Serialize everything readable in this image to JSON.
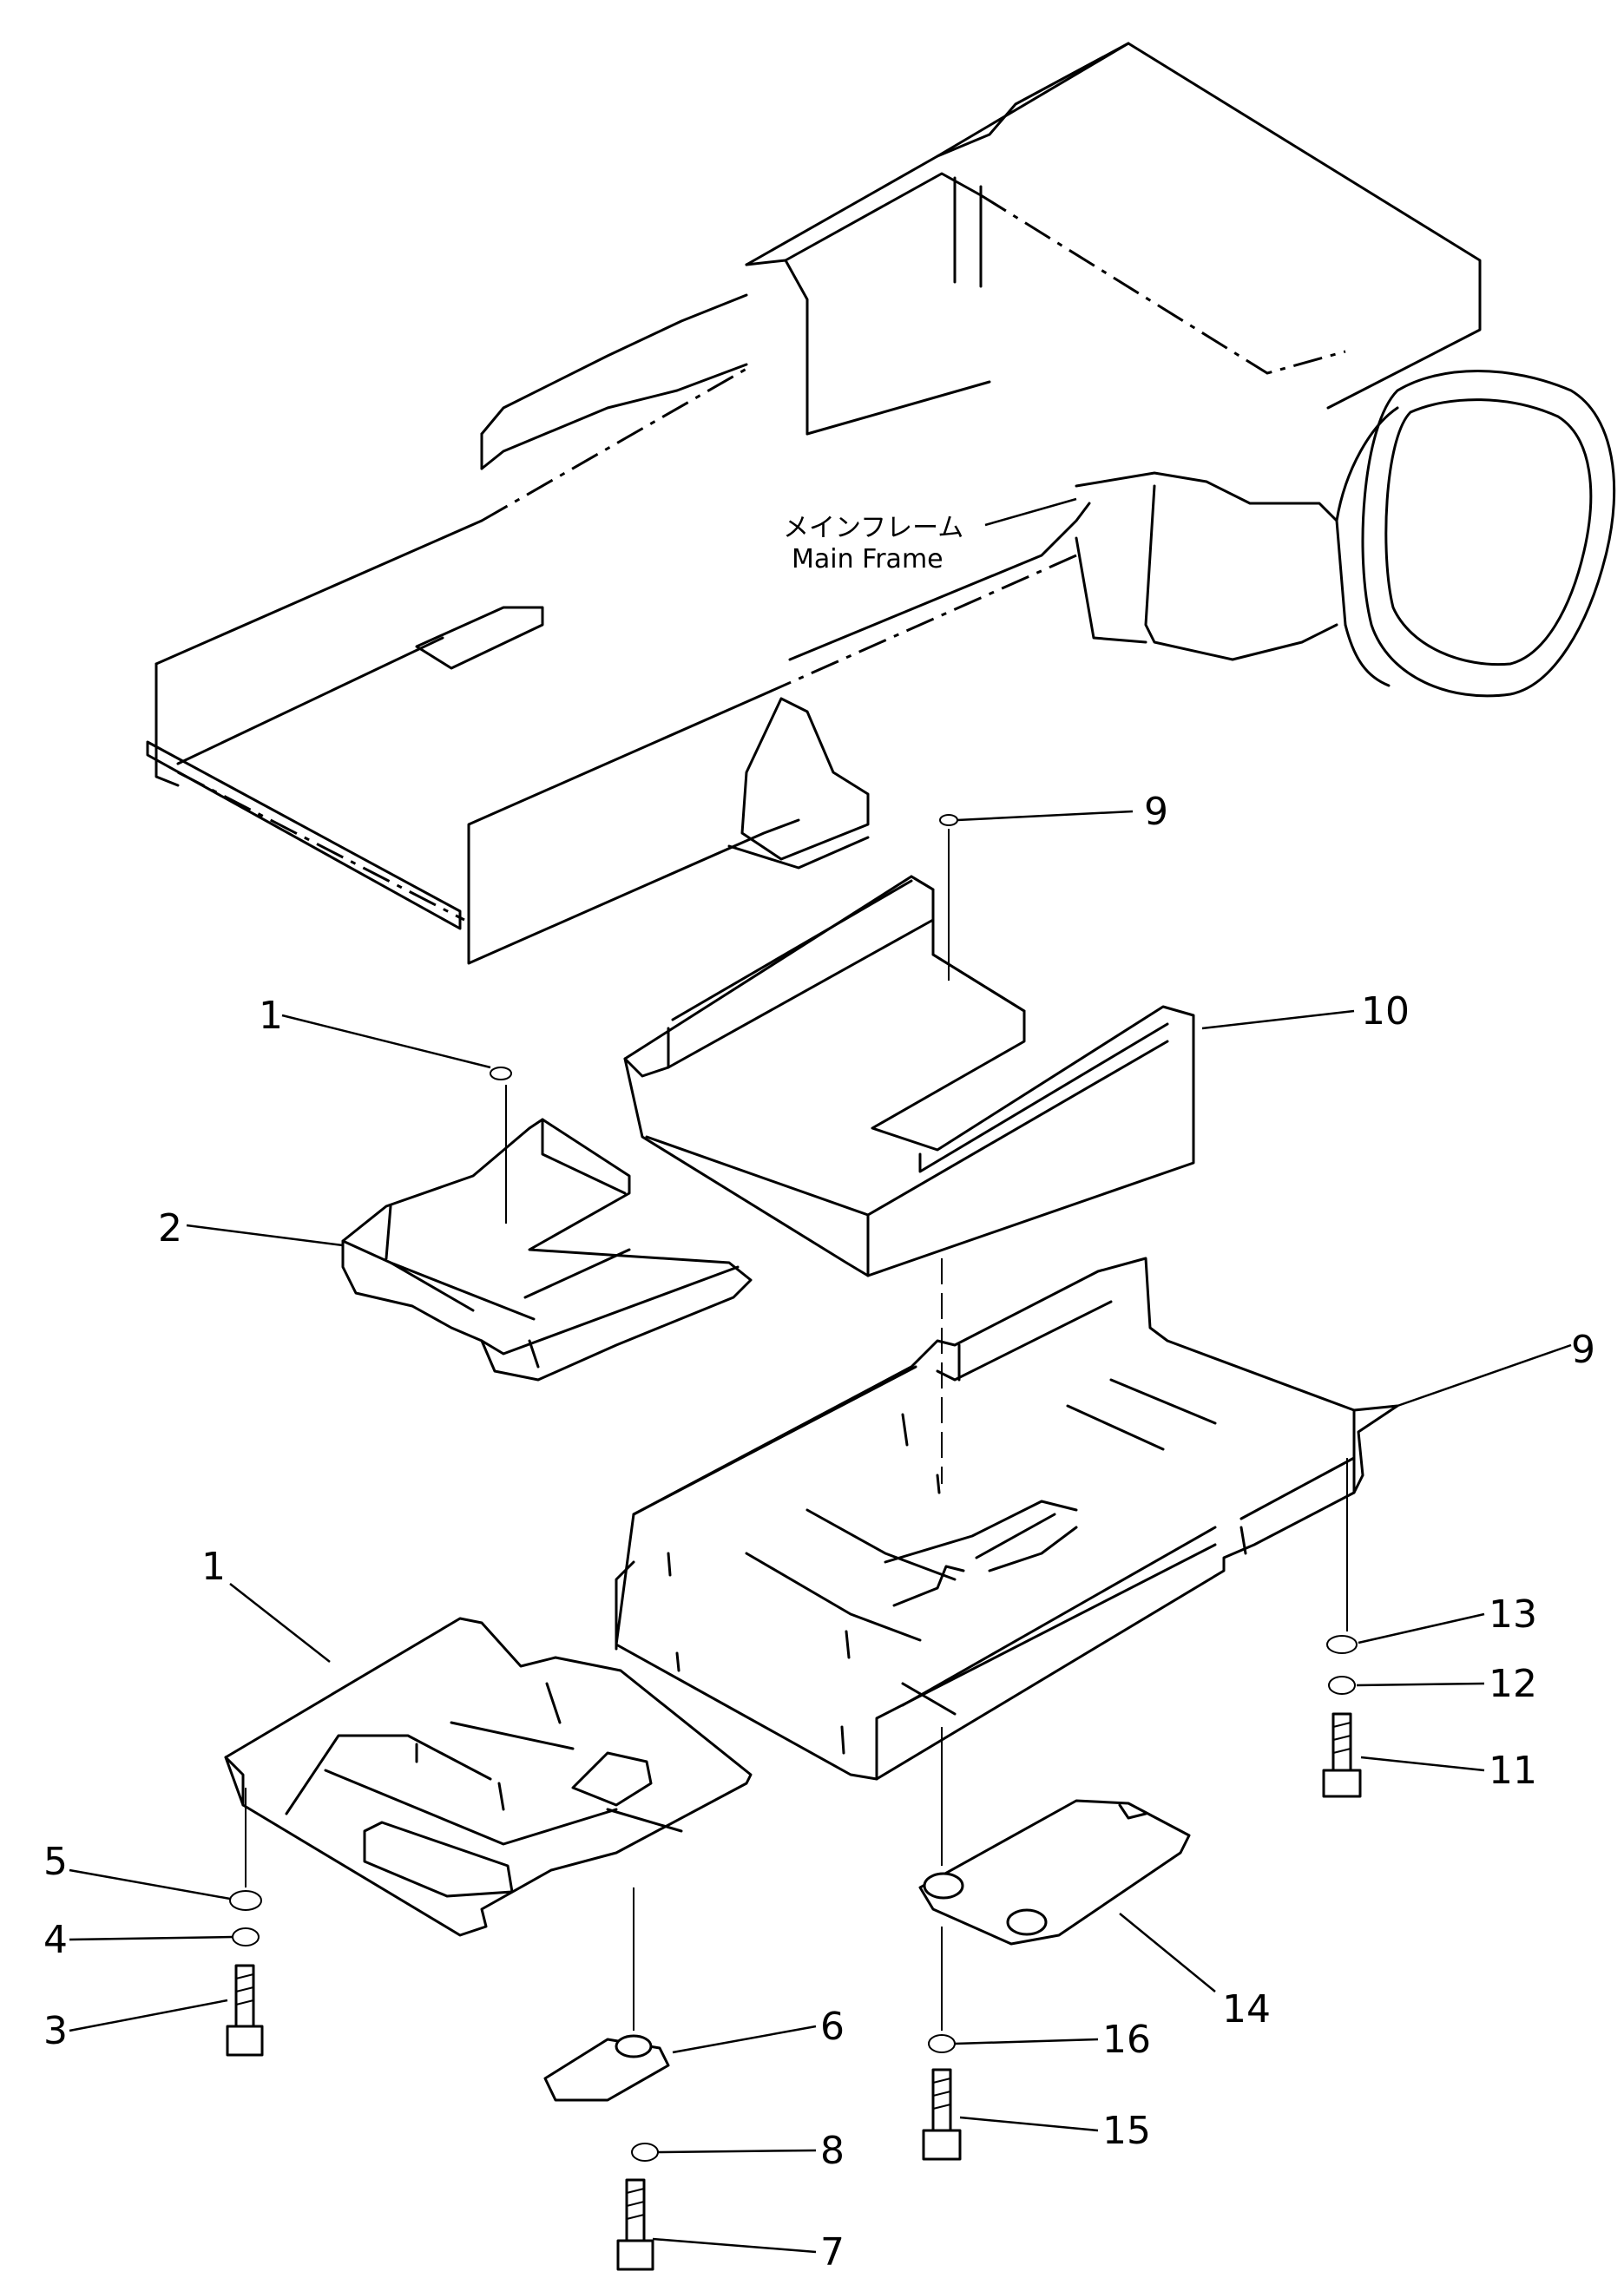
{
  "frame_label": {
    "japanese": "メインフレーム",
    "english": "Main Frame"
  },
  "callouts": [
    {
      "id": "c1a",
      "text": "1"
    },
    {
      "id": "c2",
      "text": "2"
    },
    {
      "id": "c9a",
      "text": "9"
    },
    {
      "id": "c10",
      "text": "10"
    },
    {
      "id": "c9b",
      "text": "9"
    },
    {
      "id": "c1b",
      "text": "1"
    },
    {
      "id": "c13",
      "text": "13"
    },
    {
      "id": "c12",
      "text": "12"
    },
    {
      "id": "c11",
      "text": "11"
    },
    {
      "id": "c5",
      "text": "5"
    },
    {
      "id": "c4",
      "text": "4"
    },
    {
      "id": "c3",
      "text": "3"
    },
    {
      "id": "c6",
      "text": "6"
    },
    {
      "id": "c14",
      "text": "14"
    },
    {
      "id": "c16",
      "text": "16"
    },
    {
      "id": "c15",
      "text": "15"
    },
    {
      "id": "c8",
      "text": "8"
    },
    {
      "id": "c7",
      "text": "7"
    }
  ]
}
